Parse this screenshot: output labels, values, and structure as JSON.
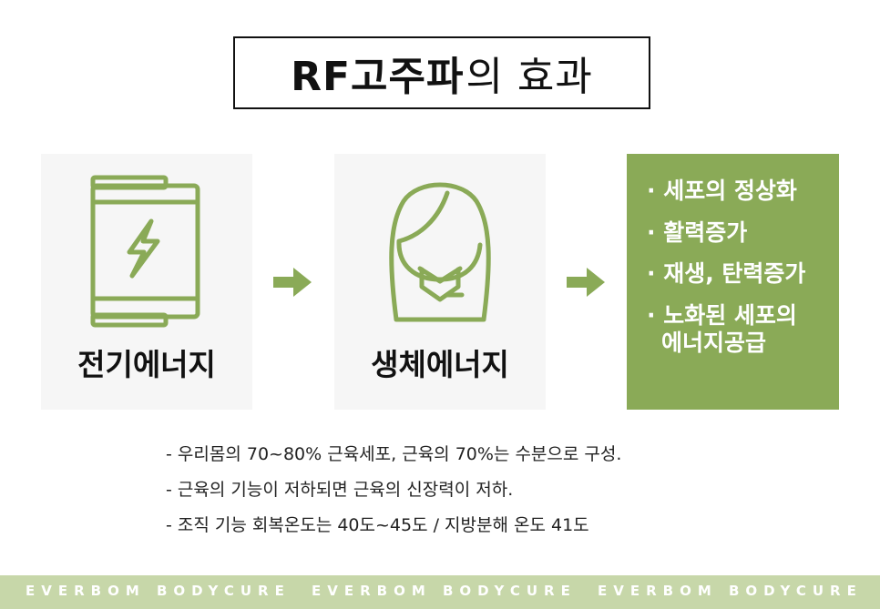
{
  "title": {
    "strong": "RF고주파",
    "light": "의 효과"
  },
  "panels": [
    {
      "label": "전기에너지",
      "icon": "battery-charging-icon"
    },
    {
      "label": "생체에너지",
      "icon": "person-icon"
    }
  ],
  "effects": {
    "bullet": "·",
    "items": [
      {
        "text": "세포의 정상화"
      },
      {
        "text": "활력증가"
      },
      {
        "text": "재생, 탄력증가"
      },
      {
        "text": "노화된 세포의",
        "cont": "에너지공급"
      }
    ]
  },
  "notes": [
    "- 우리몸의 70~80% 근육세포, 근육의 70%는 수분으로 구성.",
    "- 근육의 기능이 저하되면 근육의 신장력이 저하.",
    "- 조직 기능 회복온도는 40도~45도 / 지방분해 온도 41도"
  ],
  "footer": {
    "text": "EVERBOM BODYCURE"
  },
  "colors": {
    "accent": "#8aaa57",
    "footer_bg": "#c7d7a9",
    "panel_bg": "#f6f6f6"
  }
}
